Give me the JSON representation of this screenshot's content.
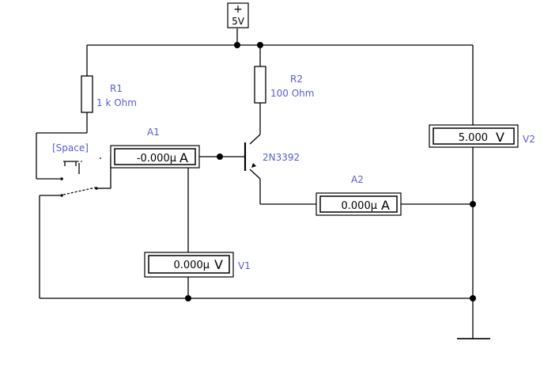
{
  "supply": {
    "sign": "+",
    "value": "5V"
  },
  "r1": {
    "name": "R1",
    "value": "1 k Ohm"
  },
  "r2": {
    "name": "R2",
    "value": "100  Ohm"
  },
  "transistor": {
    "model": "2N3392"
  },
  "switch": {
    "key": "[Space]"
  },
  "ammeter_a1": {
    "name": "A1",
    "reading": "-0.000µ",
    "unit": "A"
  },
  "ammeter_a2": {
    "name": "A2",
    "reading": "0.000µ",
    "unit": "A"
  },
  "voltmeter_v1": {
    "name": "V1",
    "reading": "0.000µ",
    "unit": "V"
  },
  "voltmeter_v2": {
    "name": "V2",
    "reading": "5.000",
    "unit": "V"
  }
}
